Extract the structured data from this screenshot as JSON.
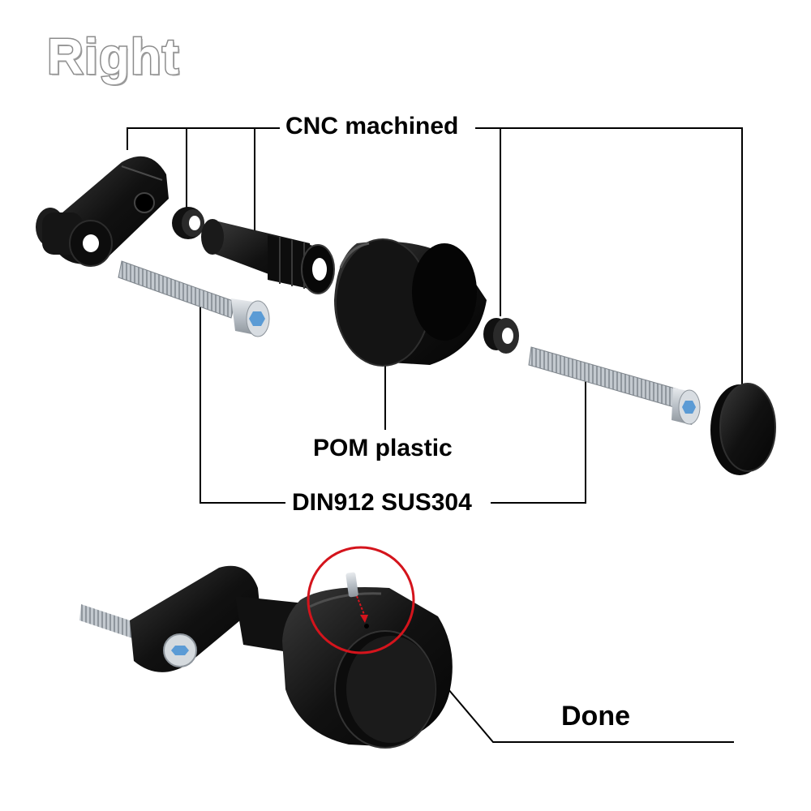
{
  "header": {
    "title": "Right"
  },
  "callouts": {
    "cnc": "CNC machined",
    "pom": "POM plastic",
    "din": "DIN912  SUS304",
    "done": "Done"
  },
  "colors": {
    "part_black": "#111111",
    "bolt_steel": "#c9ced3",
    "socket_blue": "#6fa8dc",
    "highlight_circle": "#d4141c",
    "leader_line": "#000000"
  }
}
